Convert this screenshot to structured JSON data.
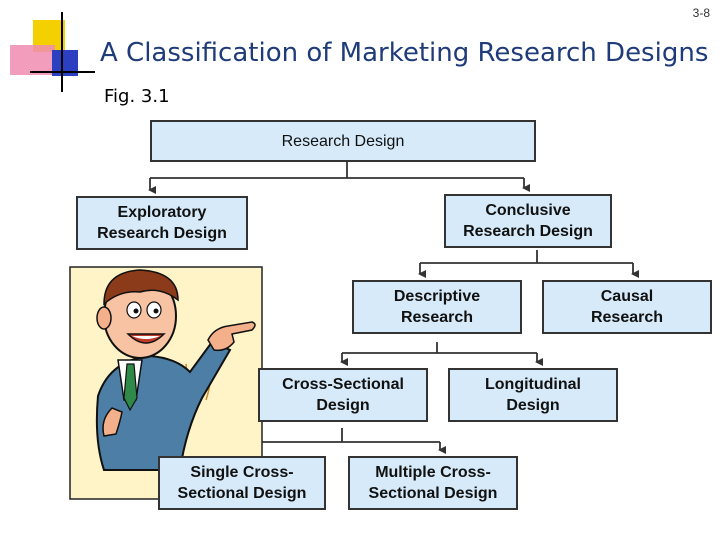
{
  "slide": {
    "number": "3-8"
  },
  "title": "A Classification of Marketing Research Designs",
  "subtitle": "Fig. 3.1",
  "nodes": {
    "research_design": "Research Design",
    "exploratory": "Exploratory\nResearch Design",
    "conclusive": "Conclusive\nResearch Design",
    "descriptive": "Descriptive\nResearch",
    "causal": "Causal\nResearch",
    "cross_sectional": "Cross-Sectional\nDesign",
    "longitudinal": "Longitudinal\nDesign",
    "single_cross": "Single Cross-\nSectional Design",
    "multiple_cross": "Multiple Cross-\nSectional Design"
  },
  "colors": {
    "box_fill": "#d6eaf9",
    "title": "#1f3b7a",
    "cartoon_bg": "#fef4c8",
    "deco_yellow": "#f5d000",
    "deco_pink": "#f08cb0",
    "deco_blue": "#2b3fc0"
  }
}
